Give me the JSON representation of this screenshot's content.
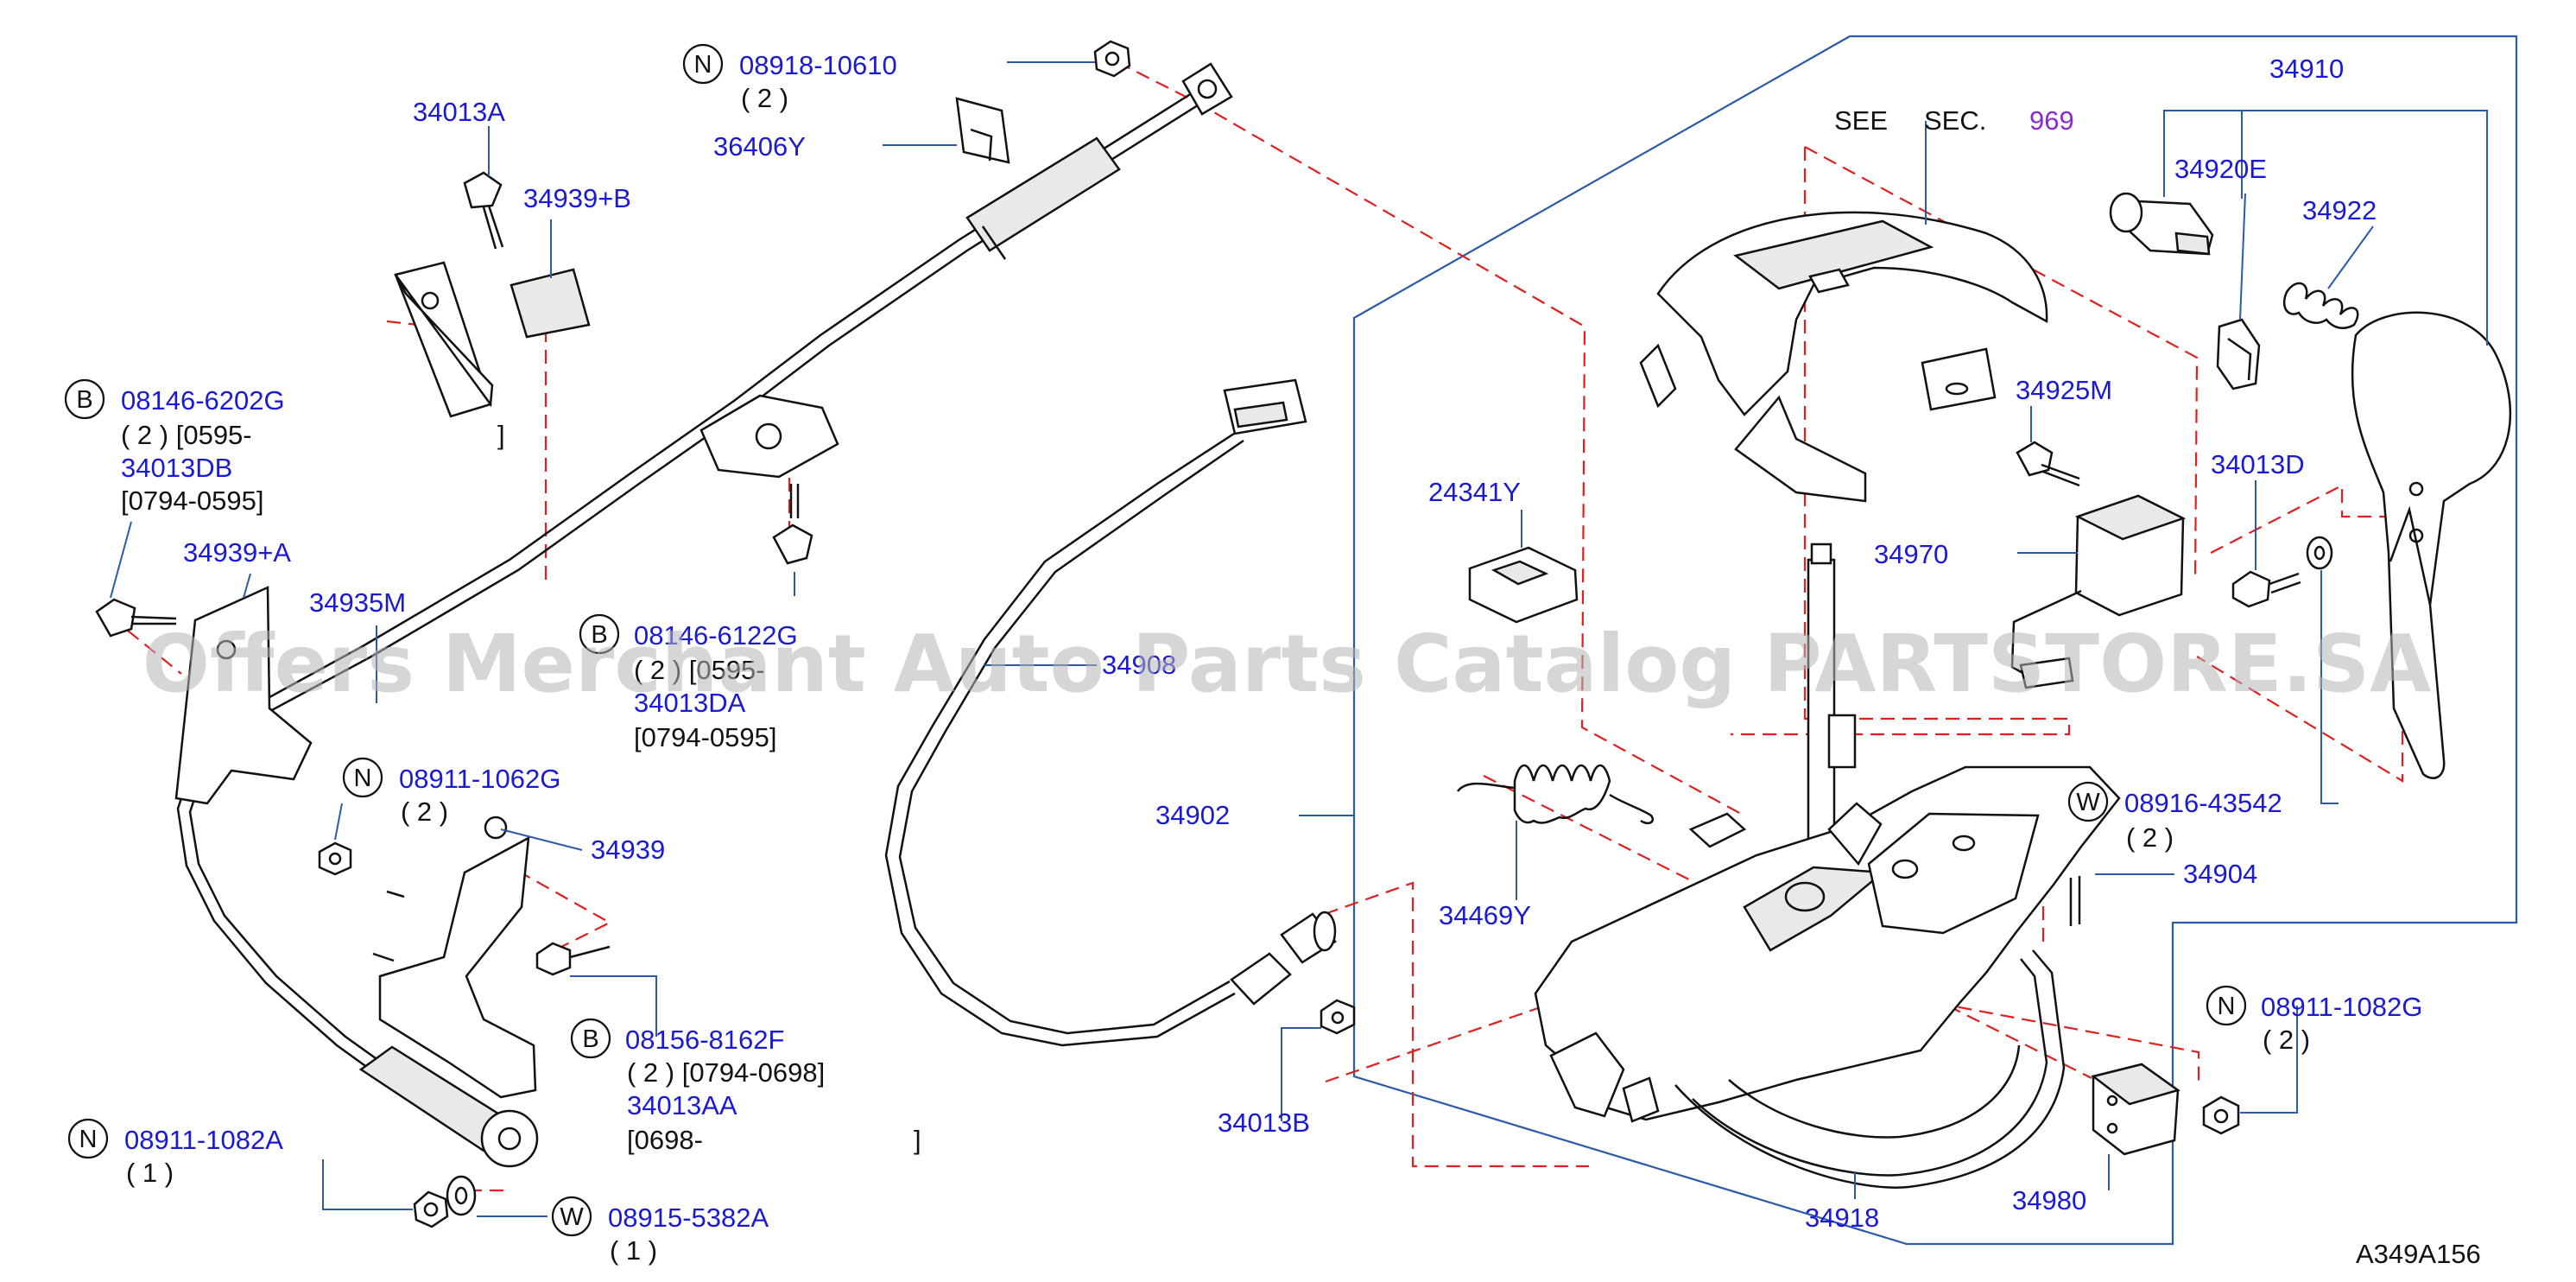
{
  "diagram_code": "A349A156",
  "watermark": "Offers Merchant Auto Parts Catalog PARTSTORE.SA",
  "see_sec": {
    "label": "SEE",
    "sec": "SEC.",
    "number": "969"
  },
  "labels": {
    "p08918": {
      "letter": "N",
      "part": "08918-10610",
      "qty": "( 2 )"
    },
    "p36406Y": {
      "part": "36406Y"
    },
    "p34013A": {
      "part": "34013A"
    },
    "p34939B": {
      "part": "34939+B"
    },
    "p08146_6202": {
      "letter": "B",
      "part": "08146-6202G",
      "line2": "( 2 ) [0595-",
      "part2": "34013DB",
      "line4": "[0794-0595]",
      "bracket": "]"
    },
    "p34939A": {
      "part": "34939+A"
    },
    "p34935M": {
      "part": "34935M"
    },
    "p08146_6122": {
      "letter": "B",
      "part": "08146-6122G",
      "line2": "( 2 ) [0595-",
      "part2": "34013DA",
      "line4": "[0794-0595]"
    },
    "p34908": {
      "part": "34908"
    },
    "p08911_1062": {
      "letter": "N",
      "part": "08911-1062G",
      "qty": "( 2 )"
    },
    "p34939": {
      "part": "34939"
    },
    "p08156": {
      "letter": "B",
      "part": "08156-8162F",
      "line2": "( 2 ) [0794-0698]",
      "part2": "34013AA",
      "line4": "[0698-",
      "bracket": "]"
    },
    "p08911_1082A": {
      "letter": "N",
      "part": "08911-1082A",
      "qty": "( 1 )"
    },
    "p08915": {
      "letter": "W",
      "part": "08915-5382A",
      "qty": "( 1 )"
    },
    "p34902": {
      "part": "34902"
    },
    "p34013B": {
      "part": "34013B"
    },
    "p24341Y": {
      "part": "24341Y"
    },
    "p34469Y": {
      "part": "34469Y"
    },
    "p34925M": {
      "part": "34925M"
    },
    "p34970": {
      "part": "34970"
    },
    "p34910": {
      "part": "34910"
    },
    "p34920E": {
      "part": "34920E"
    },
    "p34922": {
      "part": "34922"
    },
    "p34013D": {
      "part": "34013D"
    },
    "p08916": {
      "letter": "W",
      "part": "08916-43542",
      "qty": "( 2 )"
    },
    "p34904": {
      "part": "34904"
    },
    "p08911_1082G": {
      "letter": "N",
      "part": "08911-1082G",
      "qty": "( 2 )"
    },
    "p34918": {
      "part": "34918"
    },
    "p34980": {
      "part": "34980"
    }
  }
}
